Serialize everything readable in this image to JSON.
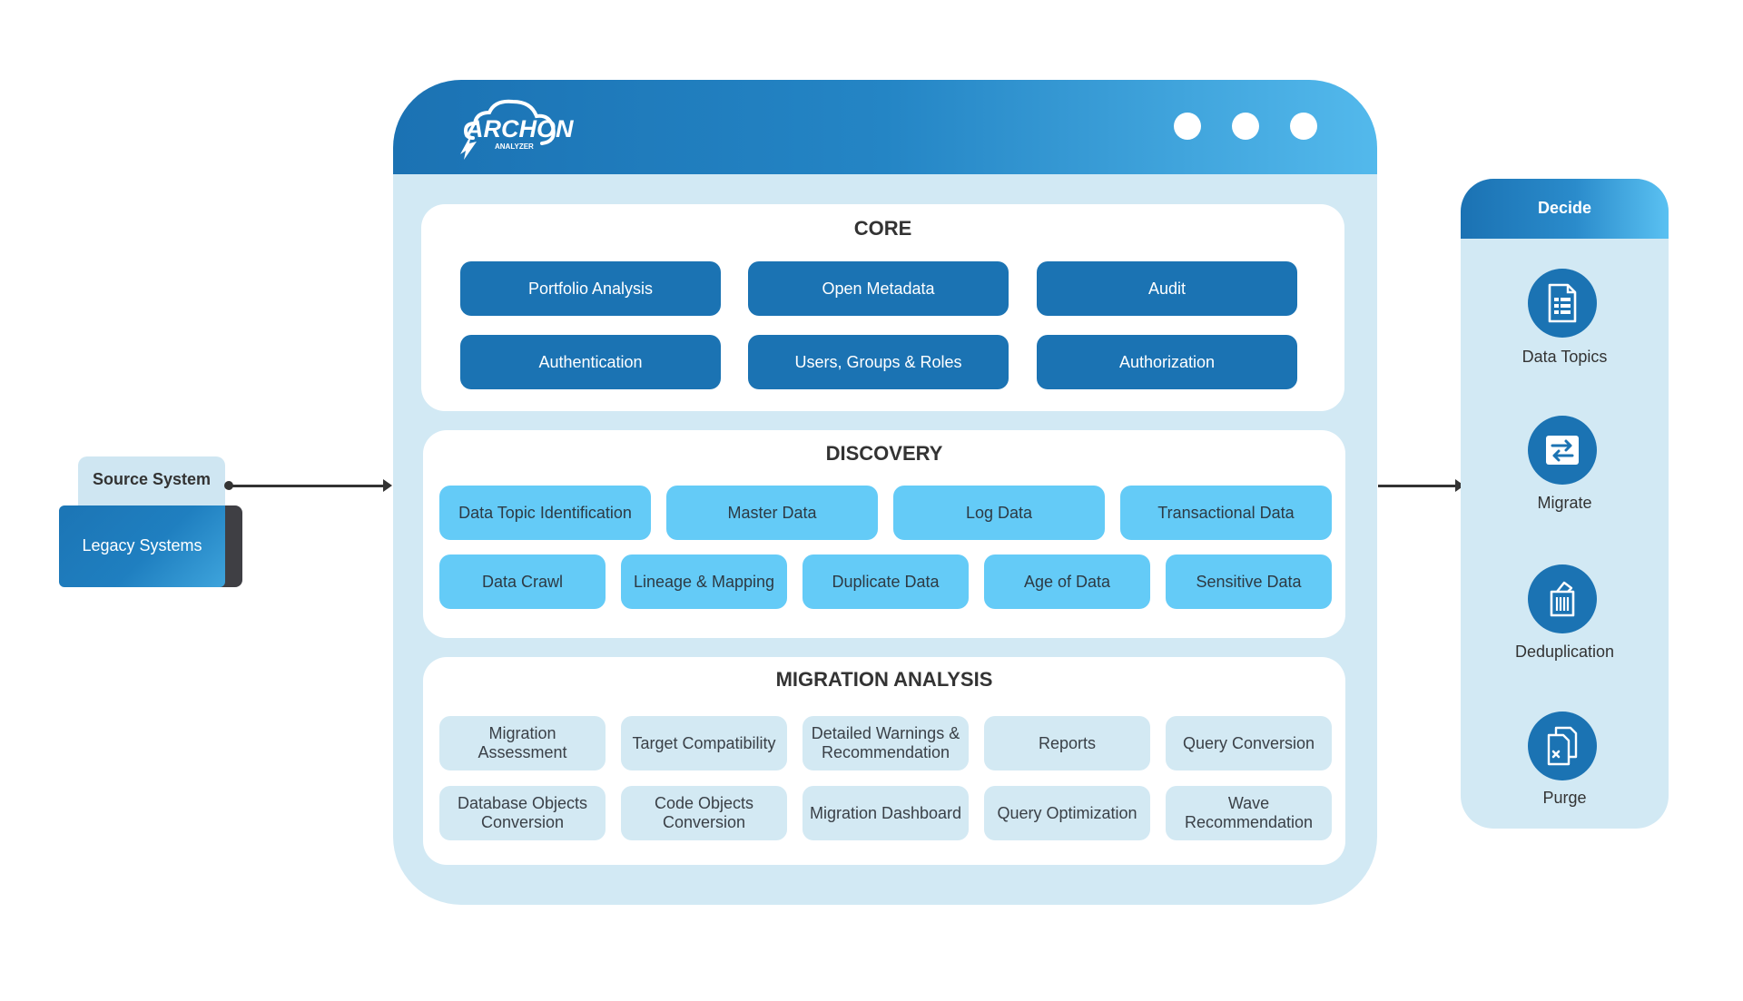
{
  "source": {
    "tab_label": "Source System",
    "box_label": "Legacy Systems"
  },
  "window": {
    "logo": {
      "text": "ARCHON",
      "sub": "ANALYZER"
    }
  },
  "core": {
    "title": "CORE",
    "items": [
      "Portfolio Analysis",
      "Open Metadata",
      "Audit",
      "Authentication",
      "Users, Groups & Roles",
      "Authorization"
    ]
  },
  "discovery": {
    "title": "DISCOVERY",
    "items": [
      "Data Topic Identification",
      "Master Data",
      "Log Data",
      "Transactional Data",
      "Data Crawl",
      "Lineage & Mapping",
      "Duplicate Data",
      "Age of Data",
      "Sensitive Data"
    ]
  },
  "migration": {
    "title": "MIGRATION ANALYSIS",
    "items": [
      "Migration Assessment",
      "Target Compatibility",
      "Detailed Warnings & Recommendation",
      "Reports",
      "Query Conversion",
      "Database Objects Conversion",
      "Code Objects Conversion",
      "Migration Dashboard",
      "Query Optimization",
      "Wave Recommendation"
    ]
  },
  "decide": {
    "title": "Decide",
    "items": [
      {
        "label": "Data Topics",
        "icon": "document-list-icon"
      },
      {
        "label": "Migrate",
        "icon": "migrate-arrows-icon"
      },
      {
        "label": "Deduplication",
        "icon": "trash-bin-icon"
      },
      {
        "label": "Purge",
        "icon": "purge-document-icon"
      }
    ]
  },
  "colors": {
    "brand_dark": "#1b73b3",
    "brand_light": "#64cbf7",
    "panel_bg": "#d2e9f4"
  }
}
